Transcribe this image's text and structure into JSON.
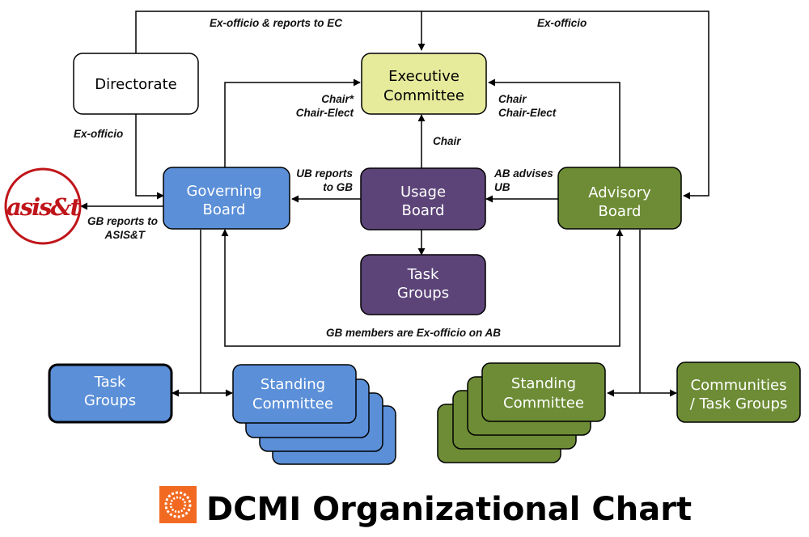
{
  "boxes": {
    "directorate": "Directorate",
    "executive_committee": [
      "Executive",
      "Committee"
    ],
    "governing_board": [
      "Governing",
      "Board"
    ],
    "usage_board": [
      "Usage",
      "Board"
    ],
    "advisory_board": [
      "Advisory",
      "Board"
    ],
    "ub_task_groups": [
      "Task",
      "Groups"
    ],
    "gb_task_groups": [
      "Task",
      "Groups"
    ],
    "gb_standing_committee": [
      "Standing",
      "Committee"
    ],
    "ab_standing_committee": [
      "Standing",
      "Committee"
    ],
    "communities": [
      "Communities",
      "/ Task Groups"
    ]
  },
  "logo_text": "asis&t",
  "labels": {
    "exofficio_reports_ec": "Ex-officio & reports to EC",
    "exofficio_top_right": "Ex-officio",
    "exofficio_directorate": "Ex-officio",
    "gb_chair": [
      "Chair*",
      "Chair-Elect"
    ],
    "ab_chair": [
      "Chair",
      "Chair-Elect"
    ],
    "ub_chair": "Chair",
    "ub_reports": [
      "UB reports",
      "to GB"
    ],
    "ab_advises": [
      "AB advises",
      "UB"
    ],
    "gb_reports_asist": [
      "GB reports to",
      "ASIS&T"
    ],
    "gb_members_exofficio": "GB members are Ex-officio on AB"
  },
  "title": "DCMI Organizational Chart",
  "colors": {
    "executive": "#e6eb9c",
    "governing": "#5b8fd8",
    "usage": "#5c4478",
    "advisory": "#6d8c35",
    "asist_red": "#c0151a",
    "dcmi_orange": "#f26a22"
  }
}
